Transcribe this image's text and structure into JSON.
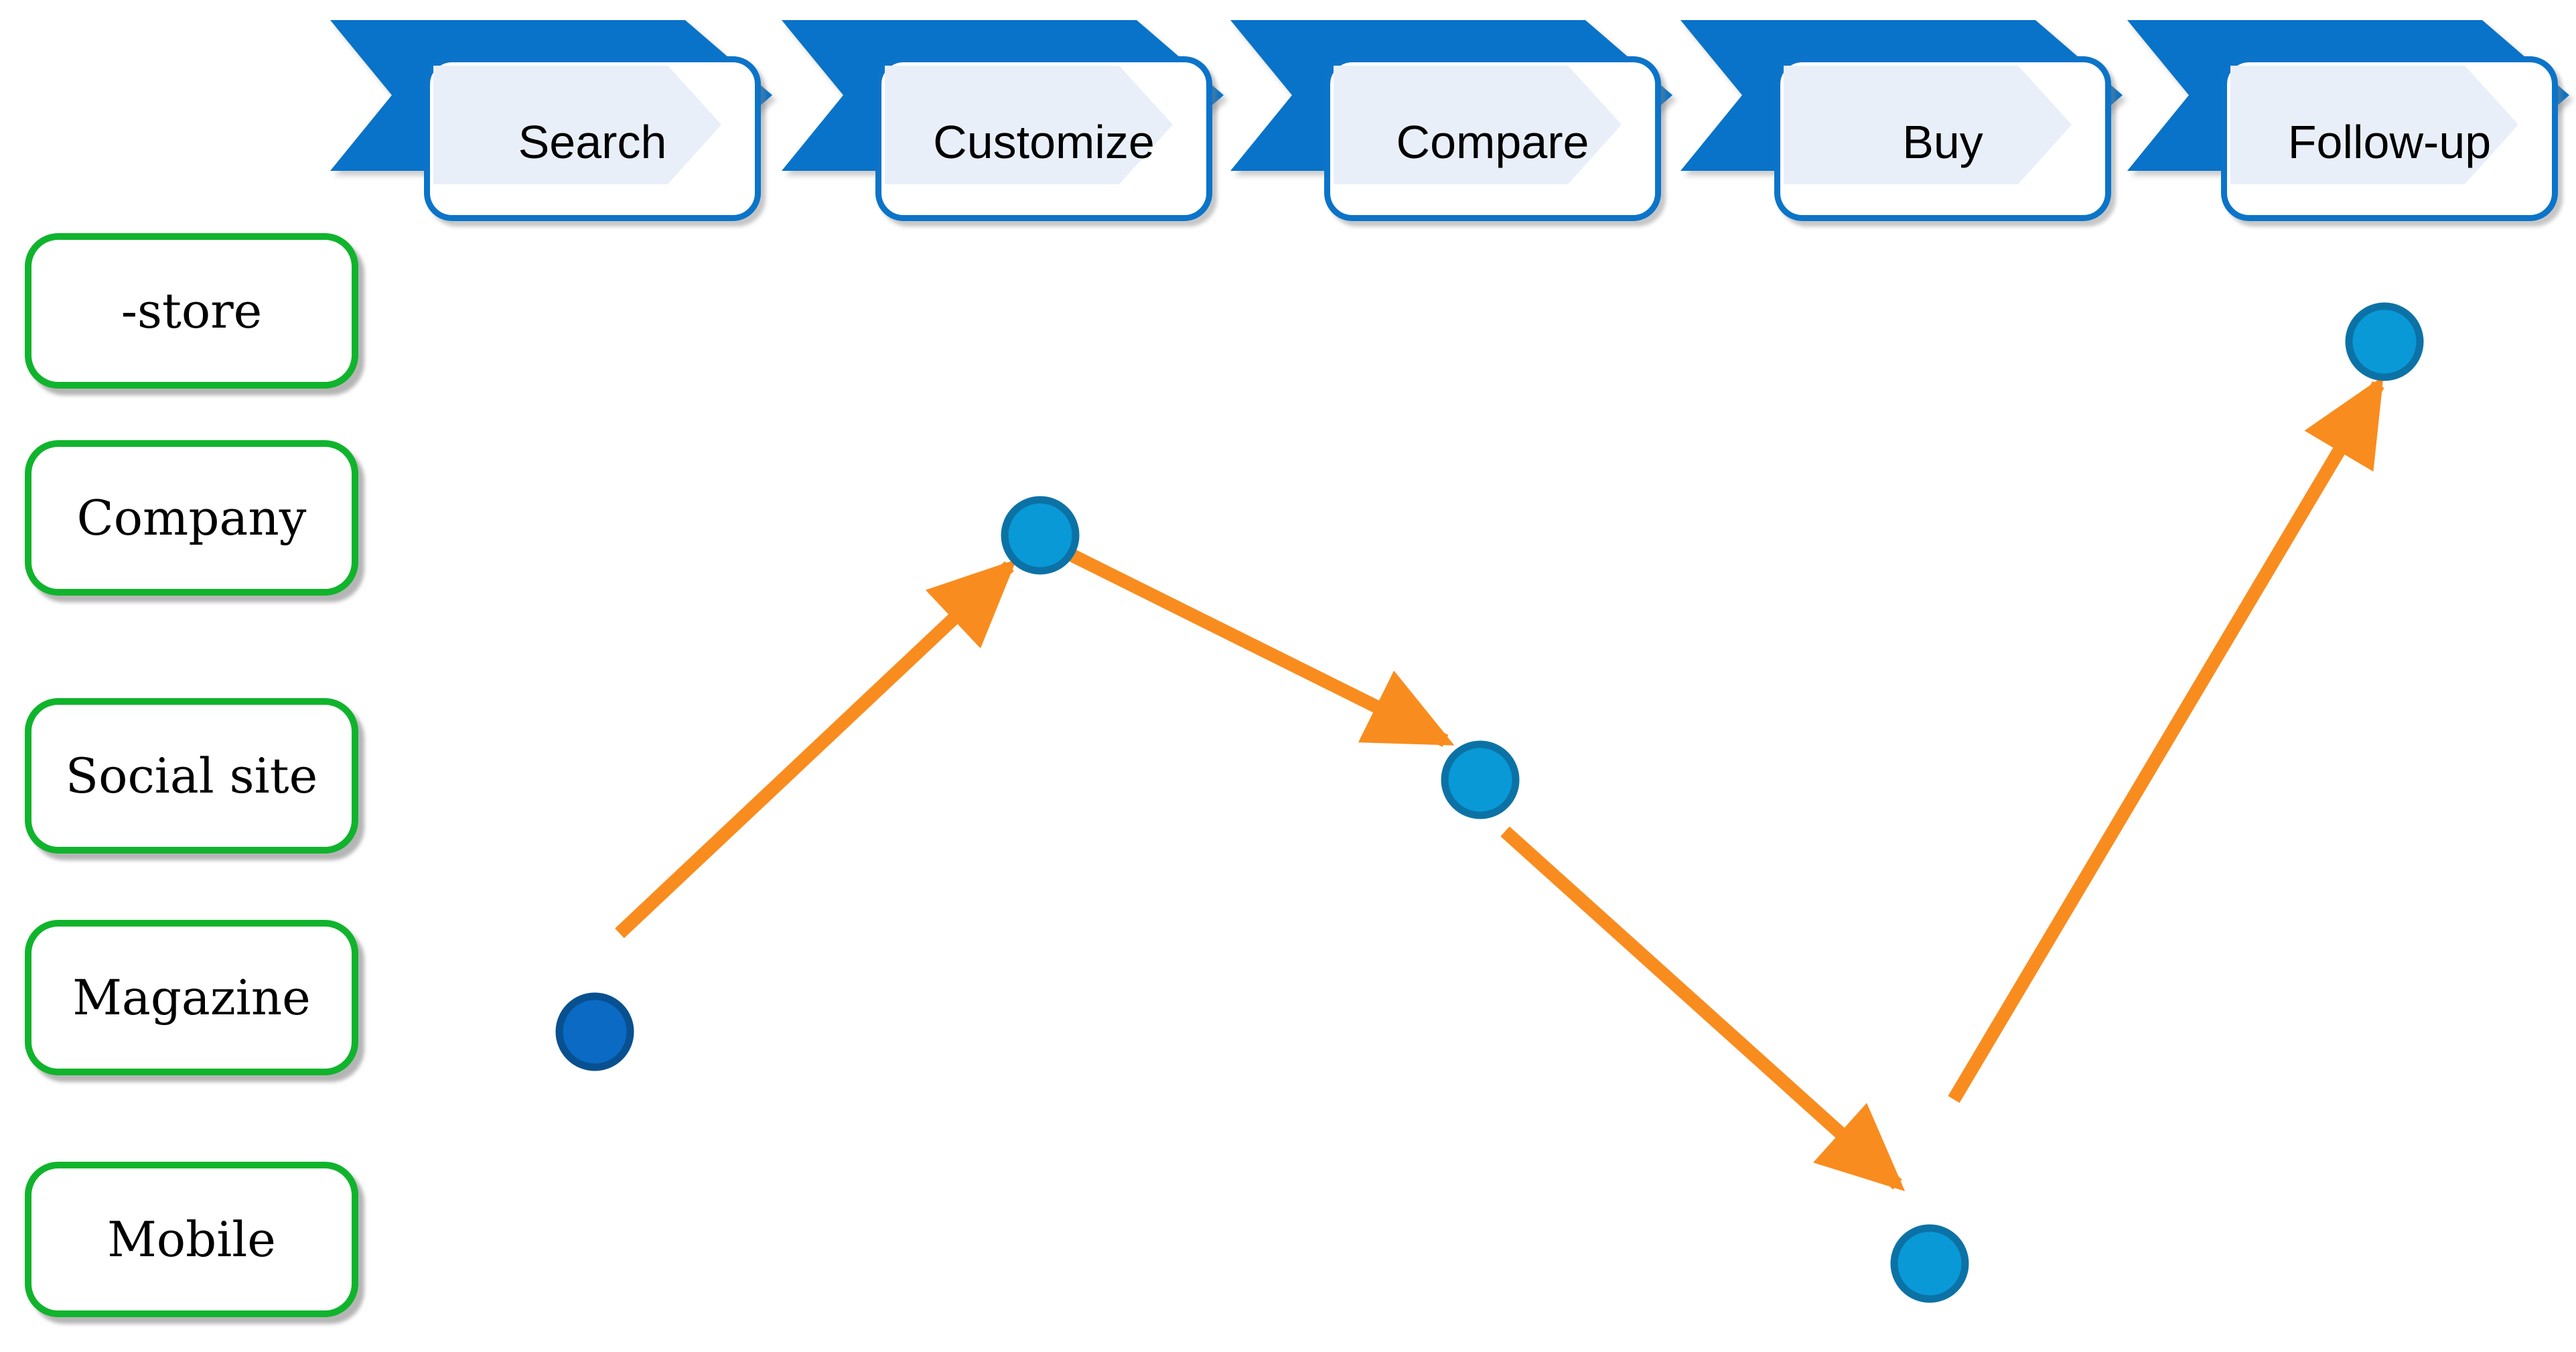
{
  "journey": {
    "stages": [
      {
        "label": "Search"
      },
      {
        "label": "Customize"
      },
      {
        "label": "Compare"
      },
      {
        "label": "Buy"
      },
      {
        "label": "Follow-up"
      }
    ],
    "channels": [
      {
        "label": "-store"
      },
      {
        "label": "Company"
      },
      {
        "label": "Social site"
      },
      {
        "label": "Magazine"
      },
      {
        "label": "Mobile"
      }
    ],
    "path": [
      {
        "stage": "Search",
        "channel": "Magazine",
        "node_style": "dark-blue"
      },
      {
        "stage": "Customize",
        "channel": "Company",
        "node_style": "light-blue"
      },
      {
        "stage": "Compare",
        "channel": "Social site",
        "node_style": "light-blue"
      },
      {
        "stage": "Buy",
        "channel": "Mobile",
        "node_style": "light-blue"
      },
      {
        "stage": "Follow-up",
        "channel": "-store",
        "node_style": "light-blue"
      }
    ],
    "colors": {
      "chevron_blue": "#0873C8",
      "stage_box_border": "#0B74C9",
      "chevron_inner_light": "#E9EFF9",
      "channel_border_green": "#10B42C",
      "arrow_orange": "#F98C1E",
      "node_dark_fill": "#0A6AC4",
      "node_dark_stroke": "#08508F",
      "node_light_fill": "#0999D6",
      "node_light_stroke": "#0C72A6"
    }
  }
}
